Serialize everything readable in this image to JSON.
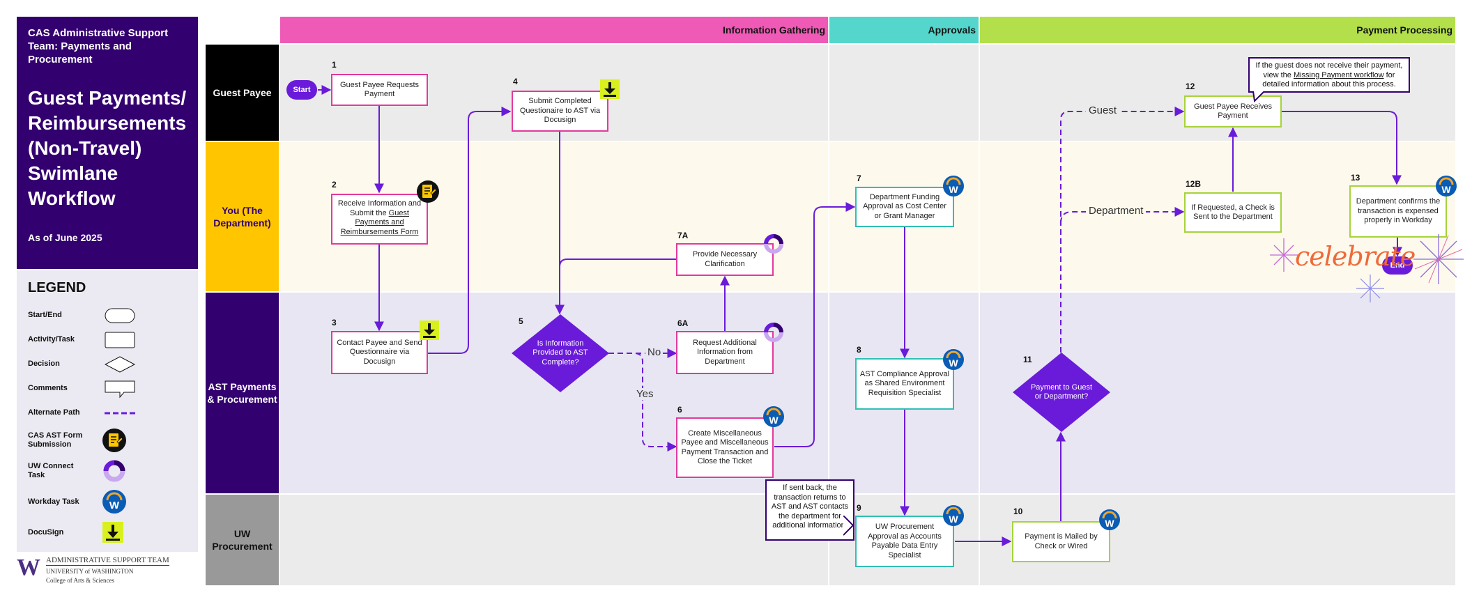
{
  "header": {
    "org": "CAS Administrative Support Team: Payments and Procurement",
    "title": "Guest Payments/ Reimbursements (Non-Travel) Swimlane Workflow",
    "as_of": "As of June 2025"
  },
  "legend": {
    "title": "LEGEND",
    "items": [
      "Start/End",
      "Activity/Task",
      "Decision",
      "Comments",
      "Alternate Path",
      "CAS AST Form Submission",
      "UW Connect Task",
      "Workday Task",
      "DocuSign"
    ]
  },
  "logo": {
    "mark": "W",
    "line1": "ADMINISTRATIVE SUPPORT TEAM",
    "line2": "UNIVERSITY of WASHINGTON",
    "line3": "College of Arts & Sciences"
  },
  "phases": [
    "Information Gathering",
    "Approvals",
    "Payment Processing"
  ],
  "lanes": [
    "Guest Payee",
    "You (The Department)",
    "AST Payments & Procurement",
    "UW Procurement"
  ],
  "colors": {
    "purple": "#33006f",
    "violet": "#6a1bd9",
    "pink": "#e3399e",
    "teal": "#2fbfb3",
    "green": "#a6d33a",
    "gold": "#ffc600",
    "docusign": "#d9f01e",
    "workday": "#0a5cb5"
  },
  "nodes": {
    "start": "Start",
    "end": "End",
    "n1": {
      "num": "1",
      "text": "Guest Payee Requests Payment"
    },
    "n2": {
      "num": "2",
      "pre": "Receive Information and Submit the ",
      "link": "Guest Payments and Reimbursements Form"
    },
    "n3": {
      "num": "3",
      "text": "Contact Payee and Send Questionnaire via Docusign"
    },
    "n4": {
      "num": "4",
      "text": "Submit Completed Questionaire to AST via Docusign"
    },
    "n5": {
      "num": "5",
      "text": "Is Information Provided to AST Complete?"
    },
    "n6": {
      "num": "6",
      "text": "Create Miscellaneous Payee and Miscellaneous Payment Transaction and Close the Ticket"
    },
    "n6a": {
      "num": "6A",
      "text": "Request Additional Information from Department"
    },
    "n7a": {
      "num": "7A",
      "text": "Provide Necessary Clarification"
    },
    "n7": {
      "num": "7",
      "text": "Department Funding Approval as Cost Center or Grant Manager"
    },
    "n8": {
      "num": "8",
      "text": "AST Compliance Approval as Shared Environment Requisition Specialist"
    },
    "n9": {
      "num": "9",
      "text": "UW Procurement Approval as Accounts Payable Data Entry Specialist"
    },
    "n10": {
      "num": "10",
      "text": "Payment is Mailed by Check or Wired"
    },
    "n11": {
      "num": "11",
      "text": "Payment to Guest or Department?"
    },
    "n12": {
      "num": "12",
      "text": "Guest Payee Receives Payment"
    },
    "n12b": {
      "num": "12B",
      "text": "If Requested, a Check is Sent to the Department"
    },
    "n13": {
      "num": "13",
      "text": "Department confirms the transaction is expensed properly in Workday"
    }
  },
  "edge_labels": {
    "no": "No",
    "yes": "Yes",
    "guest": "Guest",
    "department": "Department"
  },
  "callouts": {
    "sent_back": "If sent back, the transaction returns to AST and AST contacts the department for additional information.",
    "missing_pre": "If the guest does not receive their payment, view the ",
    "missing_link": "Missing Payment workflow",
    "missing_post": " for detailed information about this process."
  },
  "decoration": {
    "celebrate": "celebrate"
  }
}
